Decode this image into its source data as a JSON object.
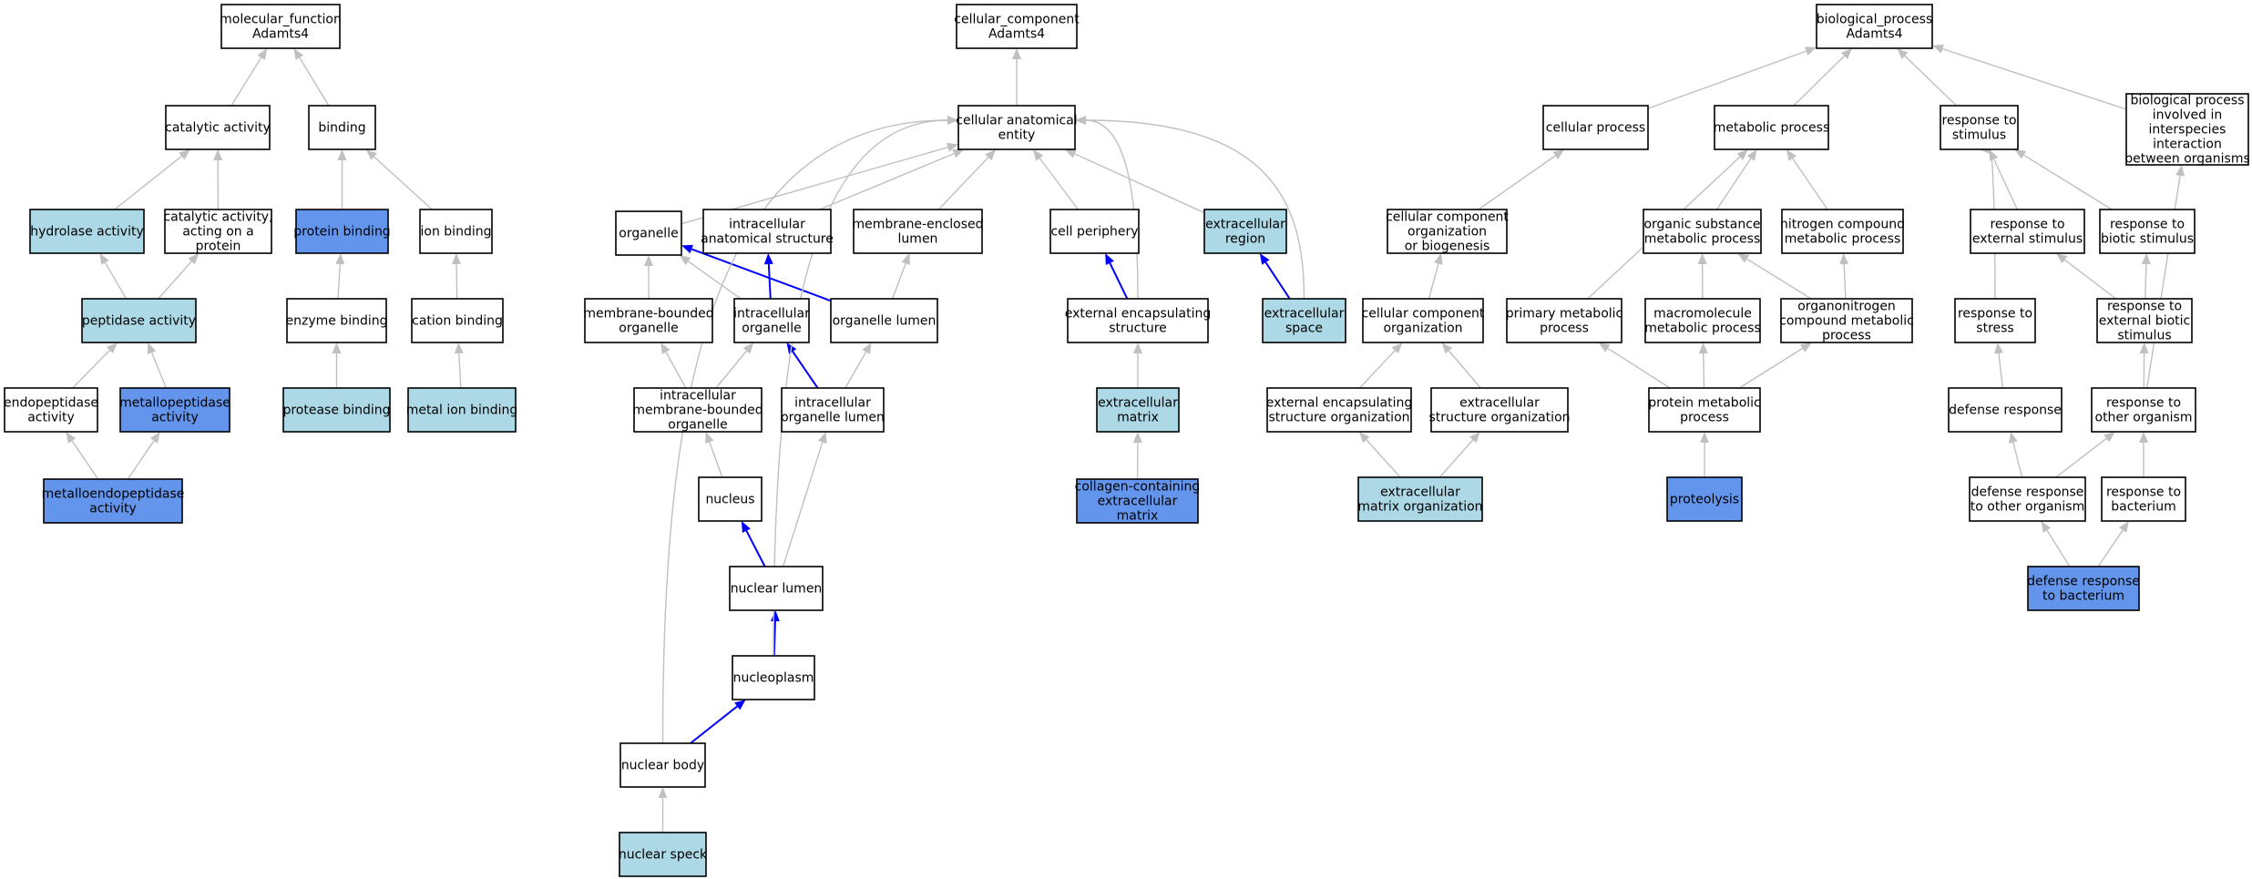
{
  "colors": {
    "plain": "#ffffff",
    "light": "#add8e6",
    "dark": "#6495ed",
    "edge_gray": "#c0c0c0",
    "edge_blue": "#0000ff"
  },
  "nodes": [
    {
      "id": "mf_root",
      "lines": [
        "molecular_function",
        "Adamts4"
      ],
      "fill": "plain"
    },
    {
      "id": "catalytic_activity",
      "lines": [
        "catalytic activity"
      ],
      "fill": "plain"
    },
    {
      "id": "binding",
      "lines": [
        "binding"
      ],
      "fill": "plain"
    },
    {
      "id": "hydrolase_activity",
      "lines": [
        "hydrolase activity"
      ],
      "fill": "light"
    },
    {
      "id": "catalytic_acting_protein",
      "lines": [
        "catalytic activity,",
        "acting on a",
        "protein"
      ],
      "fill": "plain"
    },
    {
      "id": "protein_binding",
      "lines": [
        "protein binding"
      ],
      "fill": "dark"
    },
    {
      "id": "ion_binding",
      "lines": [
        "ion binding"
      ],
      "fill": "plain"
    },
    {
      "id": "peptidase_activity",
      "lines": [
        "peptidase activity"
      ],
      "fill": "light"
    },
    {
      "id": "enzyme_binding",
      "lines": [
        "enzyme binding"
      ],
      "fill": "plain"
    },
    {
      "id": "cation_binding",
      "lines": [
        "cation binding"
      ],
      "fill": "plain"
    },
    {
      "id": "endopeptidase_activity",
      "lines": [
        "endopeptidase",
        "activity"
      ],
      "fill": "plain"
    },
    {
      "id": "metallopeptidase_activity",
      "lines": [
        "metallopeptidase",
        "activity"
      ],
      "fill": "dark"
    },
    {
      "id": "protease_binding",
      "lines": [
        "protease binding"
      ],
      "fill": "light"
    },
    {
      "id": "metal_ion_binding",
      "lines": [
        "metal ion binding"
      ],
      "fill": "light"
    },
    {
      "id": "metalloendopeptidase_activity",
      "lines": [
        "metalloendopeptidase",
        "activity"
      ],
      "fill": "dark"
    },
    {
      "id": "cc_root",
      "lines": [
        "cellular_component",
        "Adamts4"
      ],
      "fill": "plain"
    },
    {
      "id": "cellular_anatomical_entity",
      "lines": [
        "cellular anatomical",
        "entity"
      ],
      "fill": "plain"
    },
    {
      "id": "organelle",
      "lines": [
        "organelle"
      ],
      "fill": "plain"
    },
    {
      "id": "intracellular_anatomical_structure",
      "lines": [
        "intracellular",
        "anatomical structure"
      ],
      "fill": "plain"
    },
    {
      "id": "membrane_enclosed_lumen",
      "lines": [
        "membrane-enclosed",
        "lumen"
      ],
      "fill": "plain"
    },
    {
      "id": "cell_periphery",
      "lines": [
        "cell periphery"
      ],
      "fill": "plain"
    },
    {
      "id": "extracellular_region",
      "lines": [
        "extracellular",
        "region"
      ],
      "fill": "light"
    },
    {
      "id": "membrane_bounded_organelle",
      "lines": [
        "membrane-bounded",
        "organelle"
      ],
      "fill": "plain"
    },
    {
      "id": "intracellular_organelle",
      "lines": [
        "intracellular",
        "organelle"
      ],
      "fill": "plain"
    },
    {
      "id": "organelle_lumen",
      "lines": [
        "organelle lumen"
      ],
      "fill": "plain"
    },
    {
      "id": "external_encapsulating_structure",
      "lines": [
        "external encapsulating",
        "structure"
      ],
      "fill": "plain"
    },
    {
      "id": "extracellular_space",
      "lines": [
        "extracellular",
        "space"
      ],
      "fill": "light"
    },
    {
      "id": "intracellular_mb_organelle",
      "lines": [
        "intracellular",
        "membrane-bounded",
        "organelle"
      ],
      "fill": "plain"
    },
    {
      "id": "intracellular_organelle_lumen",
      "lines": [
        "intracellular",
        "organelle lumen"
      ],
      "fill": "plain"
    },
    {
      "id": "extracellular_matrix",
      "lines": [
        "extracellular",
        "matrix"
      ],
      "fill": "light"
    },
    {
      "id": "nucleus",
      "lines": [
        "nucleus"
      ],
      "fill": "plain"
    },
    {
      "id": "collagen_ecm",
      "lines": [
        "collagen-containing",
        "extracellular",
        "matrix"
      ],
      "fill": "dark"
    },
    {
      "id": "nuclear_lumen",
      "lines": [
        "nuclear lumen"
      ],
      "fill": "plain"
    },
    {
      "id": "nucleoplasm",
      "lines": [
        "nucleoplasm"
      ],
      "fill": "plain"
    },
    {
      "id": "nuclear_body",
      "lines": [
        "nuclear body"
      ],
      "fill": "plain"
    },
    {
      "id": "nuclear_speck",
      "lines": [
        "nuclear speck"
      ],
      "fill": "light"
    },
    {
      "id": "bp_root",
      "lines": [
        "biological_process",
        "Adamts4"
      ],
      "fill": "plain"
    },
    {
      "id": "cellular_process",
      "lines": [
        "cellular process"
      ],
      "fill": "plain"
    },
    {
      "id": "metabolic_process",
      "lines": [
        "metabolic process"
      ],
      "fill": "plain"
    },
    {
      "id": "response_to_stimulus",
      "lines": [
        "response to",
        "stimulus"
      ],
      "fill": "plain"
    },
    {
      "id": "bp_interspecies",
      "lines": [
        "biological process",
        "involved in",
        "interspecies",
        "interaction",
        "between organisms"
      ],
      "fill": "plain"
    },
    {
      "id": "cc_org_biogenesis",
      "lines": [
        "cellular component",
        "organization",
        "or biogenesis"
      ],
      "fill": "plain"
    },
    {
      "id": "organic_substance_mp",
      "lines": [
        "organic substance",
        "metabolic process"
      ],
      "fill": "plain"
    },
    {
      "id": "nitrogen_compound_mp",
      "lines": [
        "nitrogen compound",
        "metabolic process"
      ],
      "fill": "plain"
    },
    {
      "id": "response_external_stimulus",
      "lines": [
        "response to",
        "external stimulus"
      ],
      "fill": "plain"
    },
    {
      "id": "response_biotic_stimulus",
      "lines": [
        "response to",
        "biotic stimulus"
      ],
      "fill": "plain"
    },
    {
      "id": "cc_organization",
      "lines": [
        "cellular component",
        "organization"
      ],
      "fill": "plain"
    },
    {
      "id": "primary_mp",
      "lines": [
        "primary metabolic",
        "process"
      ],
      "fill": "plain"
    },
    {
      "id": "macromolecule_mp",
      "lines": [
        "macromolecule",
        "metabolic process"
      ],
      "fill": "plain"
    },
    {
      "id": "organonitrogen_mp",
      "lines": [
        "organonitrogen",
        "compound metabolic",
        "process"
      ],
      "fill": "plain"
    },
    {
      "id": "response_to_stress",
      "lines": [
        "response to",
        "stress"
      ],
      "fill": "plain"
    },
    {
      "id": "response_external_biotic",
      "lines": [
        "response to",
        "external biotic",
        "stimulus"
      ],
      "fill": "plain"
    },
    {
      "id": "ext_encaps_struct_org",
      "lines": [
        "external encapsulating",
        "structure organization"
      ],
      "fill": "plain"
    },
    {
      "id": "ecm_struct_org",
      "lines": [
        "extracellular",
        "structure organization"
      ],
      "fill": "plain"
    },
    {
      "id": "protein_mp",
      "lines": [
        "protein metabolic",
        "process"
      ],
      "fill": "plain"
    },
    {
      "id": "defense_response",
      "lines": [
        "defense response"
      ],
      "fill": "plain"
    },
    {
      "id": "response_other_organism",
      "lines": [
        "response to",
        "other organism"
      ],
      "fill": "plain"
    },
    {
      "id": "ecm_organization",
      "lines": [
        "extracellular",
        "matrix organization"
      ],
      "fill": "light"
    },
    {
      "id": "proteolysis",
      "lines": [
        "proteolysis"
      ],
      "fill": "dark"
    },
    {
      "id": "defense_other_organism",
      "lines": [
        "defense response",
        "to other organism"
      ],
      "fill": "plain"
    },
    {
      "id": "response_to_bacterium",
      "lines": [
        "response to",
        "bacterium"
      ],
      "fill": "plain"
    },
    {
      "id": "defense_to_bacterium",
      "lines": [
        "defense response",
        "to bacterium"
      ],
      "fill": "dark"
    }
  ],
  "edges": [
    {
      "from": "catalytic_activity",
      "to": "mf_root",
      "color": "gray"
    },
    {
      "from": "binding",
      "to": "mf_root",
      "color": "gray"
    },
    {
      "from": "hydrolase_activity",
      "to": "catalytic_activity",
      "color": "gray"
    },
    {
      "from": "catalytic_acting_protein",
      "to": "catalytic_activity",
      "color": "gray"
    },
    {
      "from": "protein_binding",
      "to": "binding",
      "color": "gray"
    },
    {
      "from": "ion_binding",
      "to": "binding",
      "color": "gray"
    },
    {
      "from": "peptidase_activity",
      "to": "hydrolase_activity",
      "color": "gray"
    },
    {
      "from": "peptidase_activity",
      "to": "catalytic_acting_protein",
      "color": "gray"
    },
    {
      "from": "enzyme_binding",
      "to": "protein_binding",
      "color": "gray"
    },
    {
      "from": "cation_binding",
      "to": "ion_binding",
      "color": "gray"
    },
    {
      "from": "endopeptidase_activity",
      "to": "peptidase_activity",
      "color": "gray"
    },
    {
      "from": "metallopeptidase_activity",
      "to": "peptidase_activity",
      "color": "gray"
    },
    {
      "from": "protease_binding",
      "to": "enzyme_binding",
      "color": "gray"
    },
    {
      "from": "metal_ion_binding",
      "to": "cation_binding",
      "color": "gray"
    },
    {
      "from": "metalloendopeptidase_activity",
      "to": "endopeptidase_activity",
      "color": "gray"
    },
    {
      "from": "metalloendopeptidase_activity",
      "to": "metallopeptidase_activity",
      "color": "gray"
    },
    {
      "from": "cellular_anatomical_entity",
      "to": "cc_root",
      "color": "gray"
    },
    {
      "from": "organelle",
      "to": "cellular_anatomical_entity",
      "color": "gray"
    },
    {
      "from": "intracellular_anatomical_structure",
      "to": "cellular_anatomical_entity",
      "color": "gray"
    },
    {
      "from": "membrane_enclosed_lumen",
      "to": "cellular_anatomical_entity",
      "color": "gray"
    },
    {
      "from": "cell_periphery",
      "to": "cellular_anatomical_entity",
      "color": "gray"
    },
    {
      "from": "extracellular_region",
      "to": "cellular_anatomical_entity",
      "color": "gray"
    },
    {
      "from": "membrane_bounded_organelle",
      "to": "organelle",
      "color": "gray"
    },
    {
      "from": "intracellular_organelle",
      "to": "organelle",
      "color": "gray"
    },
    {
      "from": "intracellular_organelle",
      "to": "intracellular_anatomical_structure",
      "color": "blue"
    },
    {
      "from": "organelle_lumen",
      "to": "organelle",
      "color": "blue"
    },
    {
      "from": "organelle_lumen",
      "to": "membrane_enclosed_lumen",
      "color": "gray"
    },
    {
      "from": "external_encapsulating_structure",
      "to": "cell_periphery",
      "color": "blue"
    },
    {
      "from": "external_encapsulating_structure",
      "to": "cellular_anatomical_entity",
      "color": "gray",
      "curve": true
    },
    {
      "from": "extracellular_space",
      "to": "extracellular_region",
      "color": "blue"
    },
    {
      "from": "extracellular_space",
      "to": "cellular_anatomical_entity",
      "color": "gray",
      "curve": true
    },
    {
      "from": "intracellular_mb_organelle",
      "to": "membrane_bounded_organelle",
      "color": "gray"
    },
    {
      "from": "intracellular_mb_organelle",
      "to": "intracellular_organelle",
      "color": "gray"
    },
    {
      "from": "intracellular_organelle_lumen",
      "to": "intracellular_organelle",
      "color": "blue"
    },
    {
      "from": "intracellular_organelle_lumen",
      "to": "organelle_lumen",
      "color": "gray"
    },
    {
      "from": "extracellular_matrix",
      "to": "external_encapsulating_structure",
      "color": "gray"
    },
    {
      "from": "nucleus",
      "to": "intracellular_mb_organelle",
      "color": "gray"
    },
    {
      "from": "collagen_ecm",
      "to": "extracellular_matrix",
      "color": "gray"
    },
    {
      "from": "nuclear_lumen",
      "to": "nucleus",
      "color": "blue"
    },
    {
      "from": "nuclear_lumen",
      "to": "intracellular_organelle_lumen",
      "color": "gray"
    },
    {
      "from": "nucleoplasm",
      "to": "nuclear_lumen",
      "color": "blue"
    },
    {
      "from": "nucleoplasm",
      "to": "cellular_anatomical_entity",
      "color": "gray",
      "curve": true
    },
    {
      "from": "nuclear_body",
      "to": "nucleoplasm",
      "color": "blue"
    },
    {
      "from": "nuclear_body",
      "to": "cellular_anatomical_entity",
      "color": "gray",
      "curve": true
    },
    {
      "from": "nuclear_speck",
      "to": "nuclear_body",
      "color": "gray"
    },
    {
      "from": "cellular_process",
      "to": "bp_root",
      "color": "gray"
    },
    {
      "from": "metabolic_process",
      "to": "bp_root",
      "color": "gray"
    },
    {
      "from": "response_to_stimulus",
      "to": "bp_root",
      "color": "gray"
    },
    {
      "from": "bp_interspecies",
      "to": "bp_root",
      "color": "gray"
    },
    {
      "from": "cc_org_biogenesis",
      "to": "cellular_process",
      "color": "gray"
    },
    {
      "from": "organic_substance_mp",
      "to": "metabolic_process",
      "color": "gray"
    },
    {
      "from": "nitrogen_compound_mp",
      "to": "metabolic_process",
      "color": "gray"
    },
    {
      "from": "response_external_stimulus",
      "to": "response_to_stimulus",
      "color": "gray"
    },
    {
      "from": "response_biotic_stimulus",
      "to": "response_to_stimulus",
      "color": "gray"
    },
    {
      "from": "cc_organization",
      "to": "cc_org_biogenesis",
      "color": "gray"
    },
    {
      "from": "primary_mp",
      "to": "metabolic_process",
      "color": "gray"
    },
    {
      "from": "macromolecule_mp",
      "to": "organic_substance_mp",
      "color": "gray"
    },
    {
      "from": "organonitrogen_mp",
      "to": "organic_substance_mp",
      "color": "gray"
    },
    {
      "from": "organonitrogen_mp",
      "to": "nitrogen_compound_mp",
      "color": "gray"
    },
    {
      "from": "response_to_stress",
      "to": "response_to_stimulus",
      "color": "gray",
      "curve": true
    },
    {
      "from": "response_external_biotic",
      "to": "response_external_stimulus",
      "color": "gray"
    },
    {
      "from": "response_external_biotic",
      "to": "response_biotic_stimulus",
      "color": "gray"
    },
    {
      "from": "ext_encaps_struct_org",
      "to": "cc_organization",
      "color": "gray"
    },
    {
      "from": "ecm_struct_org",
      "to": "cc_organization",
      "color": "gray"
    },
    {
      "from": "protein_mp",
      "to": "primary_mp",
      "color": "gray"
    },
    {
      "from": "protein_mp",
      "to": "macromolecule_mp",
      "color": "gray"
    },
    {
      "from": "protein_mp",
      "to": "organonitrogen_mp",
      "color": "gray"
    },
    {
      "from": "defense_response",
      "to": "response_to_stress",
      "color": "gray"
    },
    {
      "from": "response_other_organism",
      "to": "response_external_biotic",
      "color": "gray"
    },
    {
      "from": "response_other_organism",
      "to": "bp_interspecies",
      "color": "gray"
    },
    {
      "from": "ecm_organization",
      "to": "ext_encaps_struct_org",
      "color": "gray"
    },
    {
      "from": "ecm_organization",
      "to": "ecm_struct_org",
      "color": "gray"
    },
    {
      "from": "proteolysis",
      "to": "protein_mp",
      "color": "gray"
    },
    {
      "from": "defense_other_organism",
      "to": "defense_response",
      "color": "gray"
    },
    {
      "from": "defense_other_organism",
      "to": "response_other_organism",
      "color": "gray"
    },
    {
      "from": "response_to_bacterium",
      "to": "response_other_organism",
      "color": "gray"
    },
    {
      "from": "defense_to_bacterium",
      "to": "defense_other_organism",
      "color": "gray"
    },
    {
      "from": "defense_to_bacterium",
      "to": "response_to_bacterium",
      "color": "gray"
    }
  ]
}
